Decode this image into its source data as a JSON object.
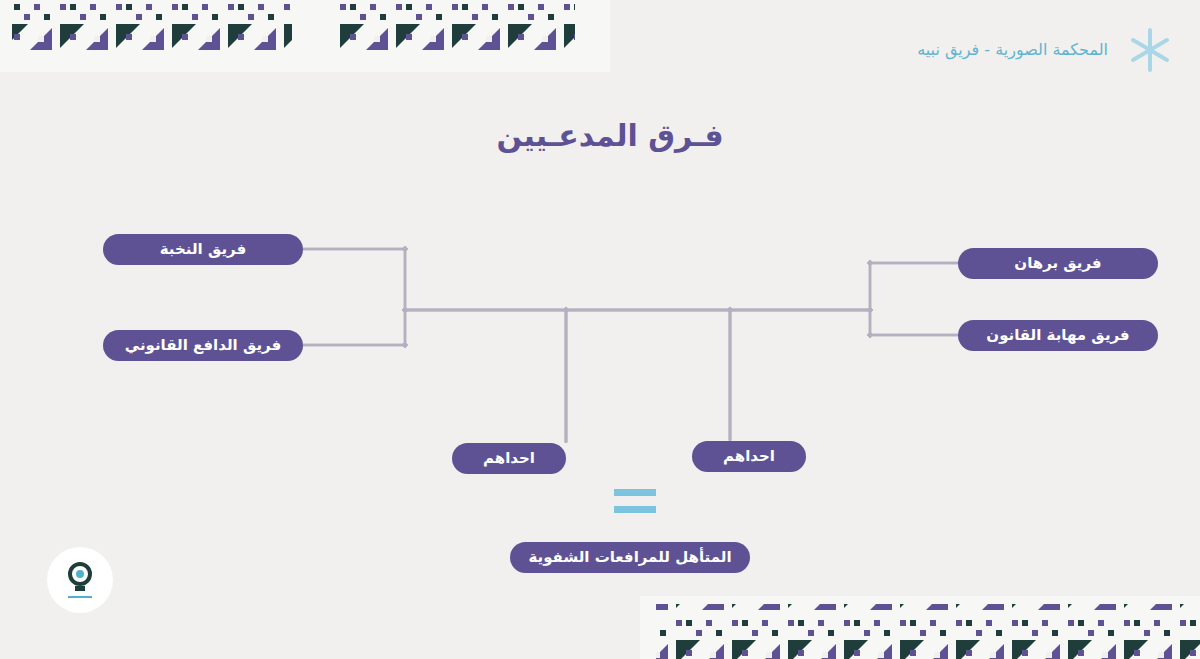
{
  "diagram": {
    "title": "فـرق المدعـيين",
    "nodes": [
      {
        "text": [
          "فريق برهان"
        ]
      },
      {
        "text": [
          "فريق مهابة القانون"
        ]
      },
      {
        "text": [
          "فريق النخبة"
        ]
      },
      {
        "text": [
          "فريق الدافع القانوني"
        ]
      },
      {
        "text": [
          "احداهم"
        ]
      },
      {
        "text": [
          "احداهم"
        ]
      },
      {
        "text": [
          "المتأهل للمرافعات الشفوية"
        ]
      }
    ],
    "edges": [
      {
        "from": 0,
        "to": 4,
        "arrow": "none"
      },
      {
        "from": 0,
        "to": 5,
        "arrow": "none"
      },
      {
        "from": 1,
        "to": 4,
        "arrow": "none"
      },
      {
        "from": 1,
        "to": 5,
        "arrow": "none"
      },
      {
        "from": 2,
        "to": 4,
        "arrow": "none"
      },
      {
        "from": 2,
        "to": 5,
        "arrow": "none"
      },
      {
        "from": 3,
        "to": 4,
        "arrow": "none"
      },
      {
        "from": 3,
        "to": 5,
        "arrow": "none"
      }
    ],
    "labels": [
      "المحكمة الصورية - فريق نبيه"
    ]
  }
}
